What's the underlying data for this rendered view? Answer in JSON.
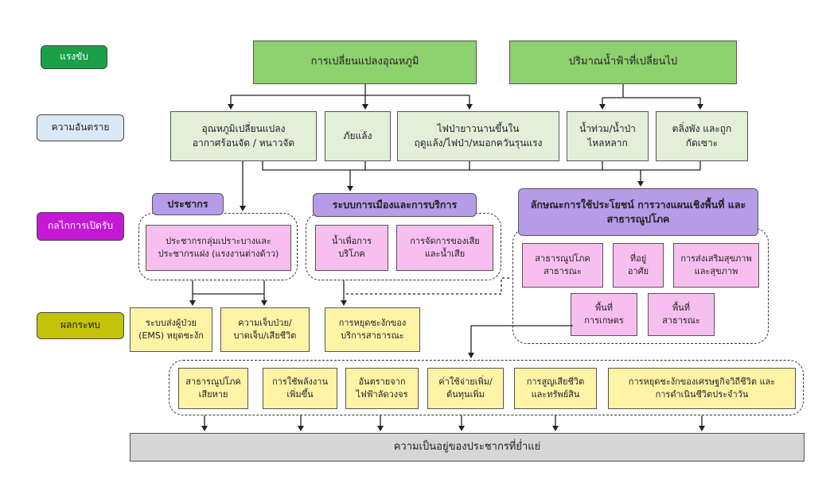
{
  "legend": {
    "driver": "แรงขับ",
    "hazard": "ความอันตราย",
    "exposure": "กลไกการเปิดรับ",
    "impact": "ผลกระทบ"
  },
  "drivers": {
    "climate_change": "การเปลี่ยนแปลงอุณหภูมิ",
    "rainfall_change": "ปริมาณน้ำฟ้าที่เปลี่ยนไป"
  },
  "hazards": {
    "temperature": "อุณหภูมิเปลี่ยนแปลง\nอากาศร้อนจัด / หนาวจัด",
    "drought": "ภัยแล้ง",
    "wildfire": "ไฟป่ายาวนานขึ้นใน\nฤดูแล้ง/ไฟป่า/หมอกควันรุนแรง",
    "flood": "น้ำท่วม/น้ำป่า\nไหลหลาก",
    "landslide": "ตลิ่งพัง และถูก\nกัดเซาะ"
  },
  "exposure": {
    "population_header": "ประชากร",
    "vulnerable_groups": "ประชากรกลุ่มเปราะบางและ\nประชากรแฝง (แรงงานต่างด้าว)",
    "governance_header": "ระบบการเมืองและการบริการ",
    "water_consumption": "น้ำเพื่อการ\nบริโภค",
    "waste_management": "การจัดการของเสีย\nและน้ำเสีย",
    "landuse_header": "ลักษณะการใช้ประโยชน์ การวางแผนเชิงพื้นที่ และ\nสาธารณูปโภค",
    "public_utilities": "สาธารณูปโภค\nสาธารณะ",
    "housing": "ที่อยู่\nอาศัย",
    "health_promotion": "การส่งเสริมสุขภาพ\nและสุขภาพ",
    "agricultural_area": "พื้นที่\nการเกษตร",
    "public_area": "พื้นที่\nสาธารณะ"
  },
  "impacts": {
    "ems": "ระบบส่งผู้ป่วย\n(EMS) หยุดชะงัก",
    "illness": "ความเจ็บป่วย/\nบาดเจ็บ/เสียชีวิต",
    "service_disruption": "การหยุดชะงักของ\nบริการสาธารณะ"
  },
  "secondary_impacts": {
    "utility_damage": "สาธารณูปโภค\nเสียหาย",
    "energy_use": "การใช้พลังงาน\nเพิ่มขึ้น",
    "electrocution": "อันตรายจาก\nไฟฟ้าลัดวงจร",
    "costs": "ค่าใช้จ่ายเพิ่ม/\nต้นทุนเพิ่ม",
    "asset_loss": "การสูญเสียชีวิต\nและทรัพย์สิน",
    "economic_disruption": "การหยุดชะงักของเศรษฐกิจวิถีชีวิต และ\nการดำเนินชีวิตประจำวัน"
  },
  "outcome": "ความเป็นอยู่ของประชากรที่ย่ำแย่",
  "colors": {
    "driver_side": "#1aa048",
    "hazard_side": "#dbe9f6",
    "exposure_side": "#c418d6",
    "impact_side": "#c4c20a"
  }
}
